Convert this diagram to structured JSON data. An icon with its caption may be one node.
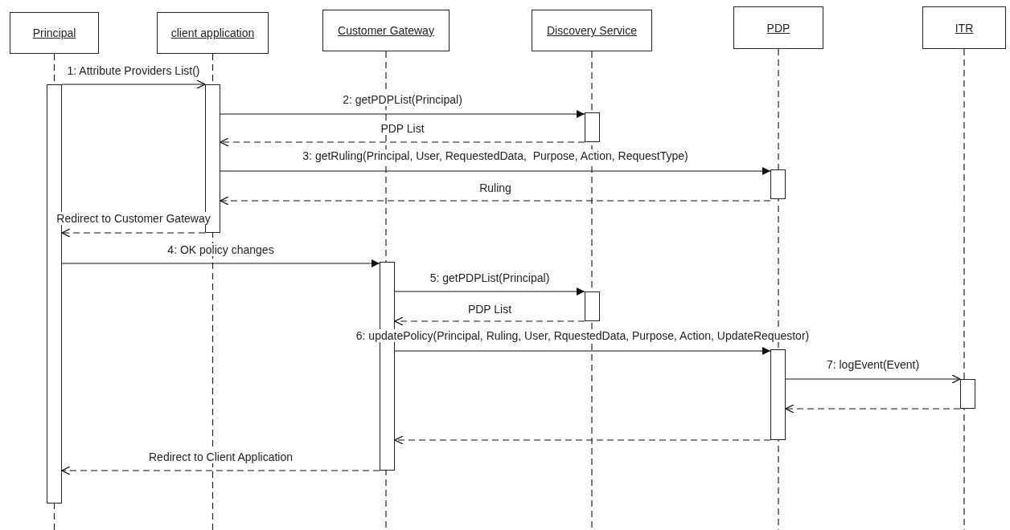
{
  "diagram": {
    "nodes": [
      {
        "text": [
          "Principal"
        ]
      },
      {
        "text": [
          "client application"
        ]
      },
      {
        "text": [
          "Customer Gateway"
        ]
      },
      {
        "text": [
          "Discovery Service"
        ]
      },
      {
        "text": [
          "PDP"
        ]
      },
      {
        "text": [
          "ITR"
        ]
      },
      {
        "text": [],
        "shape": "bar"
      },
      {
        "text": [],
        "shape": "bar"
      },
      {
        "text": [],
        "shape": "bar"
      },
      {
        "text": [],
        "shape": "bar"
      },
      {
        "text": [],
        "shape": "bar"
      },
      {
        "text": [],
        "shape": "bar"
      },
      {
        "text": [],
        "shape": "bar"
      },
      {
        "text": [],
        "shape": "bar"
      }
    ],
    "edges": [
      {
        "from": 6,
        "to": 7,
        "arrow": "to",
        "label": "1: Attribute Providers List()"
      },
      {
        "from": 7,
        "to": 8,
        "arrow": "to",
        "label": "2: getPDPList(Principal)"
      },
      {
        "from": 8,
        "to": 7,
        "arrow": "to",
        "style": "dashed",
        "label": "PDP List"
      },
      {
        "from": 7,
        "to": 9,
        "arrow": "to",
        "label": "3: getRuling(Principal, User, RequestedData,  Purpose, Action, RequestType)"
      },
      {
        "from": 9,
        "to": 7,
        "arrow": "to",
        "style": "dashed",
        "label": "Ruling"
      },
      {
        "from": 7,
        "to": 6,
        "arrow": "to",
        "style": "dashed",
        "label": "Redirect to Customer Gateway"
      },
      {
        "from": 6,
        "to": 10,
        "arrow": "to",
        "label": "4: OK policy changes"
      },
      {
        "from": 10,
        "to": 11,
        "arrow": "to",
        "label": "5: getPDPList(Principal)"
      },
      {
        "from": 11,
        "to": 10,
        "arrow": "to",
        "style": "dashed",
        "label": "PDP List"
      },
      {
        "from": 10,
        "to": 12,
        "arrow": "to",
        "label": "6: updatePolicy(Principal, Ruling, User, RquestedData, Purpose, Action, UpdateRequestor)"
      },
      {
        "from": 12,
        "to": 13,
        "arrow": "to",
        "label": "7: logEvent(Event)"
      },
      {
        "from": 13,
        "to": 12,
        "arrow": "to",
        "style": "dashed"
      },
      {
        "from": 12,
        "to": 10,
        "arrow": "to",
        "style": "dashed"
      },
      {
        "from": 10,
        "to": 6,
        "arrow": "to",
        "style": "dashed",
        "label": "Redirect to Client Application"
      }
    ]
  }
}
